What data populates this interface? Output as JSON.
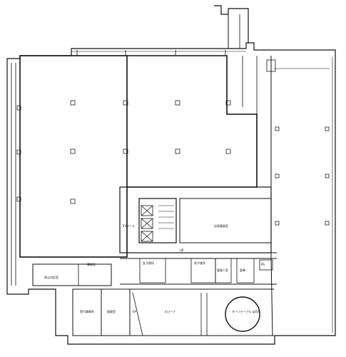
{
  "labels": {
    "ev_hall": "EVホール",
    "office_room": "応接事務室",
    "toilet_w": "女子便所",
    "toilet_m": "男子便所",
    "manager_room": "管理人室",
    "storage": "倉庫",
    "ps": "PS",
    "transfer_room": "防災対応室",
    "small_office": "事務室",
    "reception_left": "受付事務所",
    "reception_right": "管理室",
    "turntable": "ターンテーブル φ350",
    "up_mark": "UP",
    "slope": "スロープ",
    "ep": "EP"
  },
  "colors": {
    "wall": "#111111",
    "line": "#222222",
    "paper": "#ffffff"
  }
}
